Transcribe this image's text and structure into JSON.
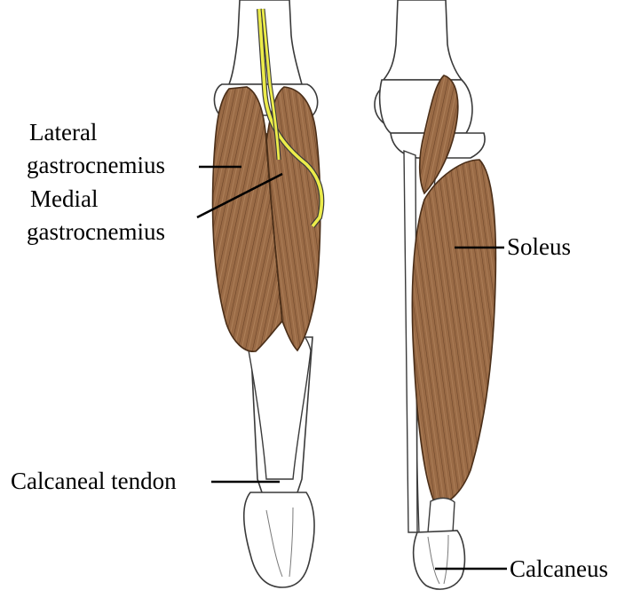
{
  "labels": {
    "lateral_line1": "Lateral",
    "lateral_line2": "gastrocnemius",
    "medial_line1": "Medial",
    "medial_line2": "gastrocnemius",
    "calcaneal_tendon": "Calcaneal tendon",
    "soleus": "Soleus",
    "calcaneus": "Calcaneus"
  },
  "colors": {
    "muscle": "#9a6b46",
    "muscle_dark": "#5e3b22",
    "nerve": "#ecec4a",
    "bone": "#ffffff",
    "outline": "#3a3a3a",
    "text": "#000000"
  }
}
